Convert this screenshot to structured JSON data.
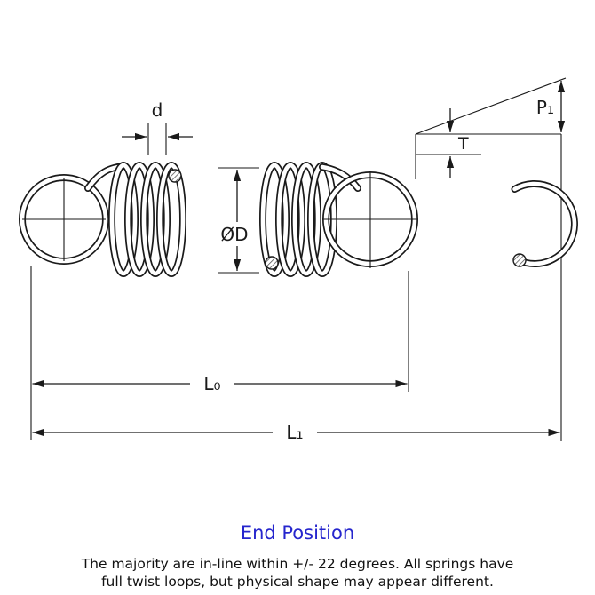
{
  "drawing": {
    "labels": {
      "d": "d",
      "t": "T",
      "p1": "P₁",
      "od": "ØD",
      "l0": "L₀",
      "l1": "L₁"
    },
    "colors": {
      "line": "#1a1a1a",
      "accent_blue": "#2525cd"
    }
  },
  "footer": {
    "end_position": "End Position",
    "caption_line1": "The majority are in-line within +/- 22 degrees. All springs have",
    "caption_line2": "full twist loops, but physical shape may appear different."
  }
}
